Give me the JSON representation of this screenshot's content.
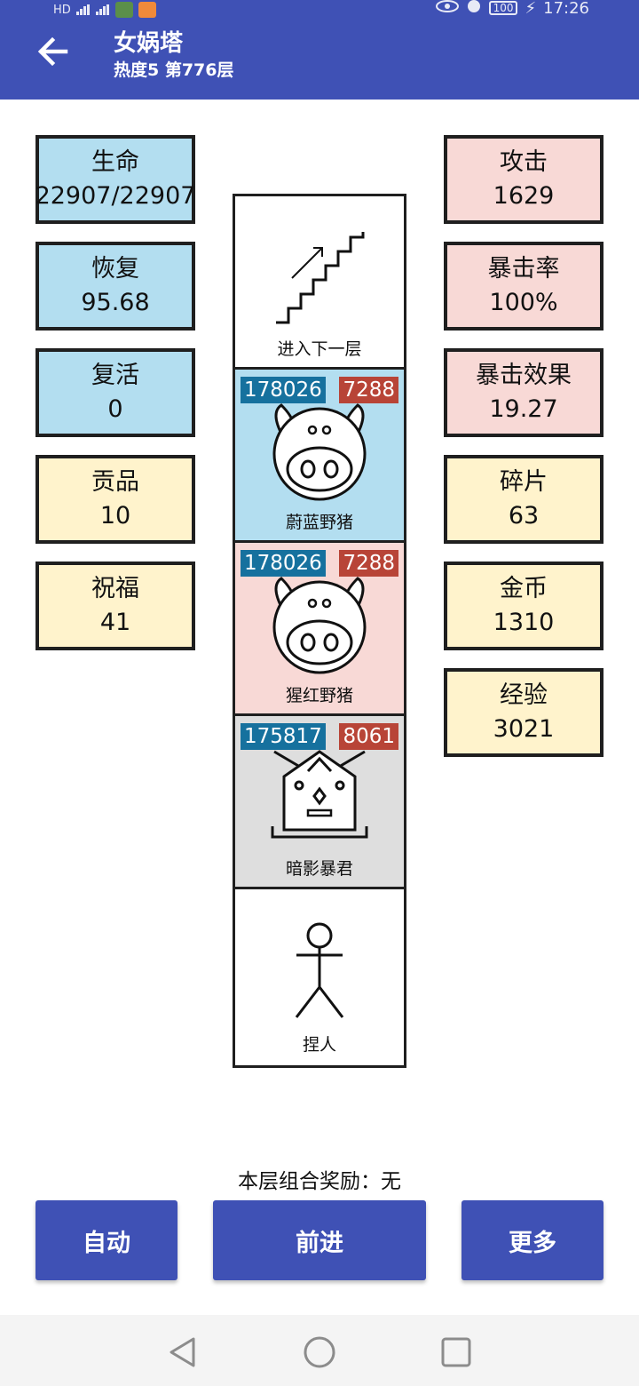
{
  "status_bar": {
    "left_text": "HD",
    "battery": "100",
    "time": "17:26"
  },
  "header": {
    "title": "女娲塔",
    "subtitle": "热度5 第776层"
  },
  "left_stats": [
    {
      "label": "生命",
      "value": "22907/22907"
    },
    {
      "label": "恢复",
      "value": "95.68"
    },
    {
      "label": "复活",
      "value": "0"
    },
    {
      "label": "贡品",
      "value": "10"
    },
    {
      "label": "祝福",
      "value": "41"
    }
  ],
  "right_stats": [
    {
      "label": "攻击",
      "value": "1629"
    },
    {
      "label": "暴击率",
      "value": "100%"
    },
    {
      "label": "暴击效果",
      "value": "19.27"
    },
    {
      "label": "碎片",
      "value": "63"
    },
    {
      "label": "金币",
      "value": "1310"
    },
    {
      "label": "经验",
      "value": "3021"
    }
  ],
  "tower": {
    "stairs_label": "进入下一层",
    "enemies": [
      {
        "name": "蔚蓝野猪",
        "hp": "178026",
        "atk": "7288",
        "color": "#b3def0"
      },
      {
        "name": "猩红野猪",
        "hp": "178026",
        "atk": "7288",
        "color": "#f8d9d6"
      },
      {
        "name": "暗影暴君",
        "hp": "175817",
        "atk": "8061",
        "color": "#dedede"
      }
    ],
    "player_label": "捏人"
  },
  "reward_text": "本层组合奖励：无",
  "buttons": {
    "auto": "自动",
    "forward": "前进",
    "more": "更多"
  },
  "colors": {
    "primary": "#3f51b5",
    "hp_badge": "#16719e",
    "atk_badge": "#b84437"
  }
}
